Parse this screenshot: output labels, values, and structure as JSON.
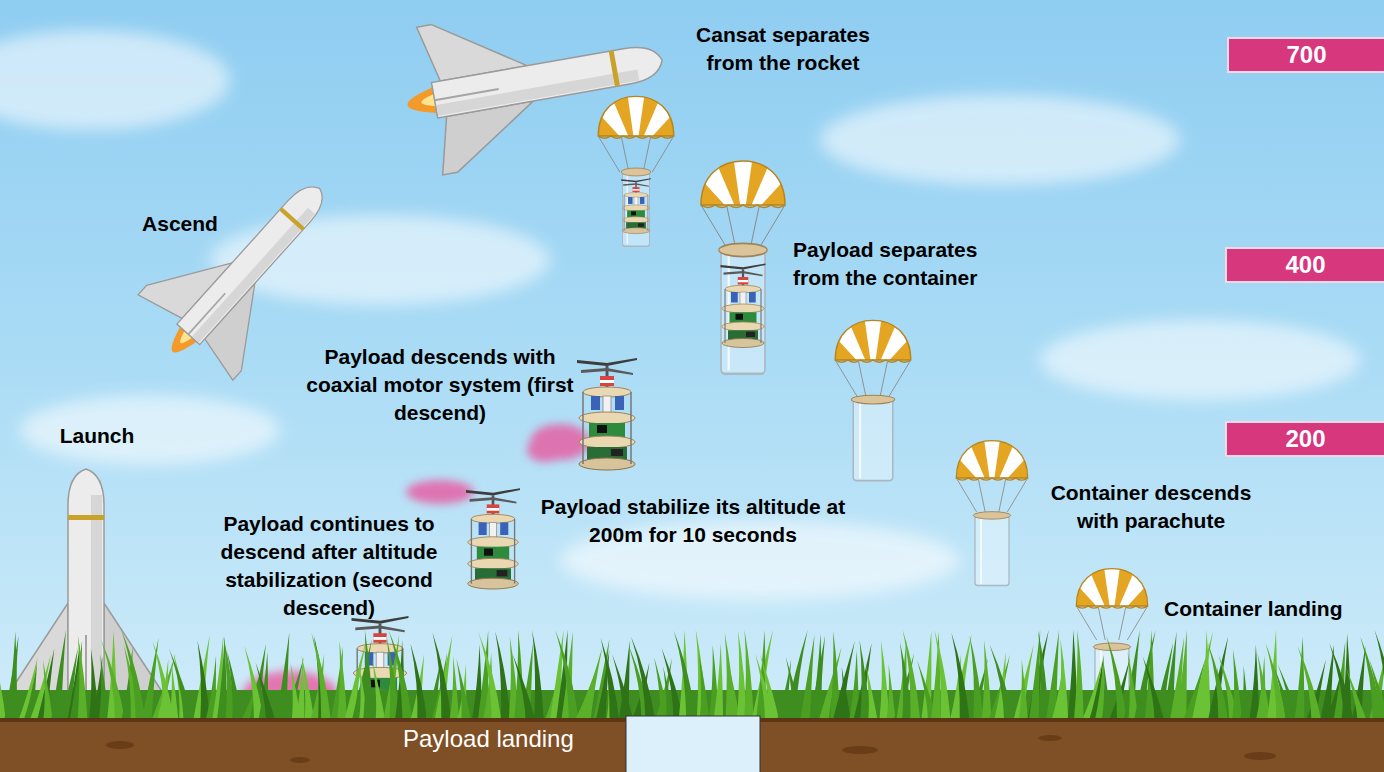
{
  "diagram": {
    "nodes": [
      {
        "text": [
          "700"
        ]
      },
      {
        "text": [
          "400"
        ]
      },
      {
        "text": [
          "200"
        ]
      }
    ],
    "labels": [
      "Cansat separates from the rocket",
      "Ascend",
      "Payload separates from the container",
      "Payload descends with coaxial motor system (first descend)",
      "Launch",
      "Payload stabilize its altitude at 200m for 10 seconds",
      "Container descends with parachute",
      "Payload continues to descend after altitude stabilization (second descend)",
      "Container landing",
      "Payload landing"
    ]
  }
}
